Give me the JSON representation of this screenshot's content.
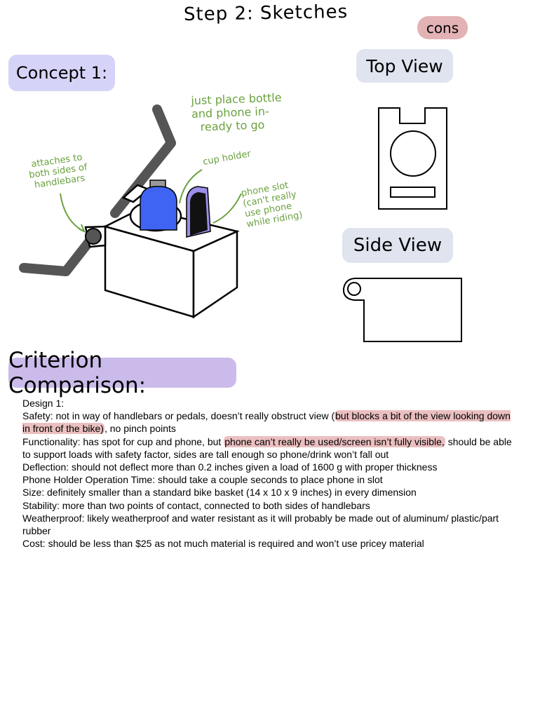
{
  "page": {
    "title": "Step 2: Sketches",
    "cons_label": "cons",
    "concept_label": "Concept 1:",
    "top_view_label": "Top View",
    "side_view_label": "Side View",
    "criterion_title": "Criterion Comparison:"
  },
  "annotations": {
    "bottle_phone_note": [
      "just place bottle",
      "and phone in-",
      "ready to go"
    ],
    "attaches_note": [
      "attaches to",
      "both sides of",
      "handlebars"
    ],
    "cup_holder_note": "cup holder",
    "phone_slot_note": [
      "phone slot",
      "(can't really",
      "use phone",
      "while riding)"
    ]
  },
  "colors": {
    "cons_highlight": "#e2b2b4",
    "concept_pill": "#d6d3f8",
    "view_pill": "#dfe4ee",
    "criterion_pill": "#cbbbea",
    "annotation_green": "#6aa13e",
    "bottle_blue": "#3f64f4",
    "phone_purple": "#9b8fe8"
  },
  "design": {
    "heading": "Design 1:",
    "safety_label": "Safety:",
    "safety_text_a": "not in way of handlebars or pedals, doesn’t really obstruct view (",
    "safety_highlight": "but blocks a bit of the view looking down in front of the bike)",
    "safety_text_b": ", no pinch points",
    "functionality_label": "Functionality:",
    "functionality_text_a": "has spot for cup and phone, but ",
    "functionality_highlight": "phone can’t really be used/screen isn’t fully visible,",
    "functionality_text_b": " should be able to support loads with safety factor, sides are tall enough so phone/drink won’t fall out",
    "deflection": "Deflection: should not deflect more than 0.2 inches given a load of 1600 g with proper thickness",
    "phone_time": "Phone Holder Operation Time: should take a couple seconds to place phone in slot",
    "size": "Size: definitely smaller than a standard bike basket (14 x 10 x 9 inches) in every dimension",
    "stability": "Stability: more than two points of contact, connected to both sides of handlebars",
    "weatherproof": "Weatherproof: likely weatherproof and water resistant as it will probably be made out of aluminum/ plastic/part rubber",
    "cost": "Cost: should be less than $25 as not much material is required and won’t use pricey material"
  }
}
